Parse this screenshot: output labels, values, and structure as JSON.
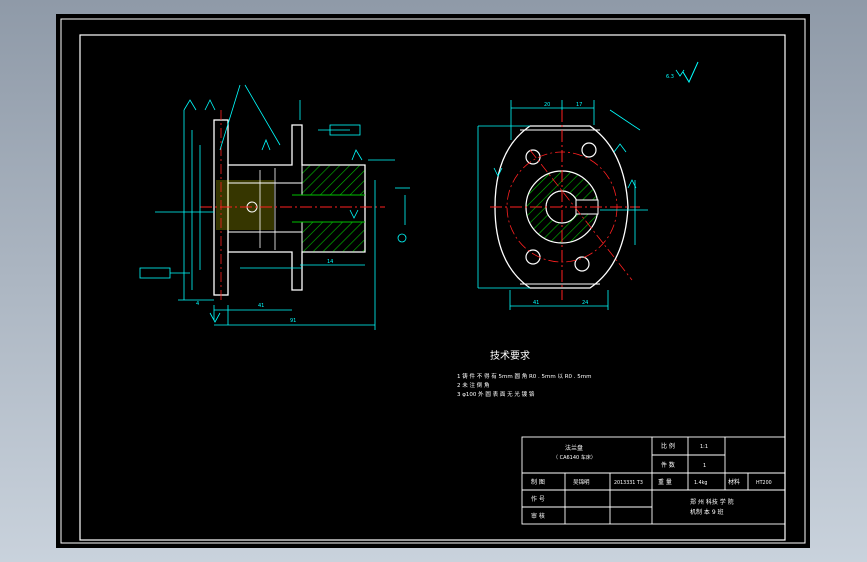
{
  "colors": {
    "background_gradient_top": "#8f9aa8",
    "background_gradient_bottom": "#c9d2dc",
    "sheet": "#000000",
    "frame": "#ffffff",
    "dimension": "#00ffff",
    "centerline": "#ff2020",
    "hatch": "#00c000",
    "text": "#ffffff"
  },
  "title_block": {
    "part_name": "法兰盘",
    "part_subtitle": "（ CA6140 车床）",
    "scale_label": "比 例",
    "scale_value": "1:1",
    "count_label": "件 数",
    "count_value": "1",
    "drawn_label": "制 图",
    "drawn_name": "吴锦明",
    "drawn_id": "2013331 T3",
    "weight_label": "重 量",
    "weight_value": "1.4kg",
    "material_label": "材料",
    "material_value": "HT200",
    "design_label": "作 号",
    "review_label": "审 核",
    "school_line1": "郑 州 科技 学 院",
    "school_line2": "机制 本 9 班"
  },
  "technical_requirements": {
    "title": "技术要求",
    "items": [
      "1  铸 件 不 得 有 5mm 圆 角 R0 . 5mm  以 R0 . 5mm",
      "2  未 注 倒 角",
      "3  φ100 外 圆 表 面 无 光 镀 铬"
    ]
  },
  "annotations": {
    "roughness_corner": "6.3",
    "dim_20": "20",
    "dim_17": "17",
    "dim_41": "41",
    "dim_24": "24",
    "dim_91": "91",
    "dim_4_left": "4",
    "dim_14": "14"
  }
}
